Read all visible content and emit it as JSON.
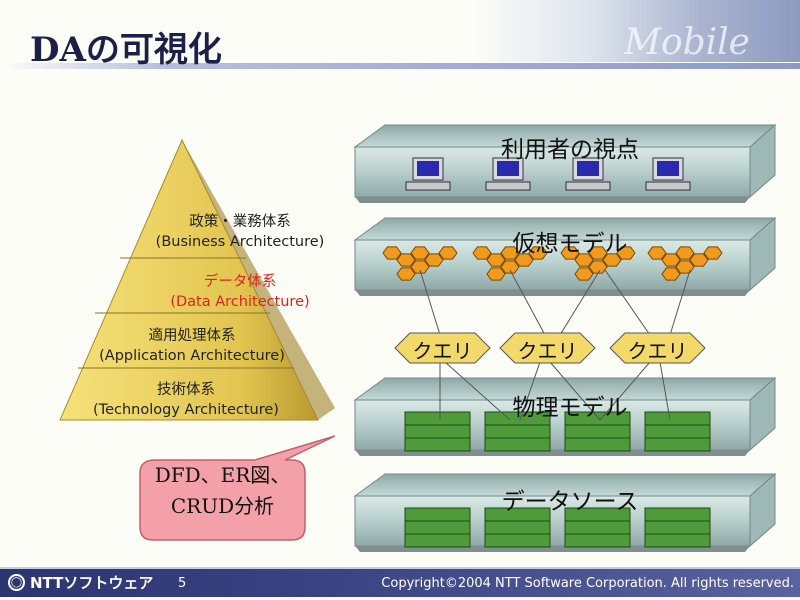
{
  "header": {
    "title": "DAの可視化",
    "background_text": "Mobile"
  },
  "pyramid": {
    "layers": [
      {
        "name": "政策・業務体系",
        "english": "(Business Architecture)",
        "highlight": false
      },
      {
        "name": "データ体系",
        "english": "(Data Architecture)",
        "highlight": true
      },
      {
        "name": "適用処理体系",
        "english": "(Application Architecture)",
        "highlight": false
      },
      {
        "name": "技術体系",
        "english": "(Technology Architecture)",
        "highlight": false
      }
    ]
  },
  "callout": {
    "line1": "DFD、ER図、",
    "line2": "CRUD分析"
  },
  "layers": {
    "user_view": "利用者の視点",
    "virtual_model": "仮想モデル",
    "queries": [
      "クエリ",
      "クエリ",
      "クエリ"
    ],
    "physical_model": "物理モデル",
    "data_source": "データソース"
  },
  "colors": {
    "highlight": "#d8261a",
    "footer": "#2d3570",
    "callout": "#f4a0a8",
    "slab": "#a9c7c4",
    "table": "#4f9b3a",
    "hex": "#f29a1c"
  },
  "footer": {
    "logo": "NTTソフトウェア",
    "page": "5",
    "copyright": "Copyright©2004 NTT Software Corporation. All rights reserved."
  }
}
